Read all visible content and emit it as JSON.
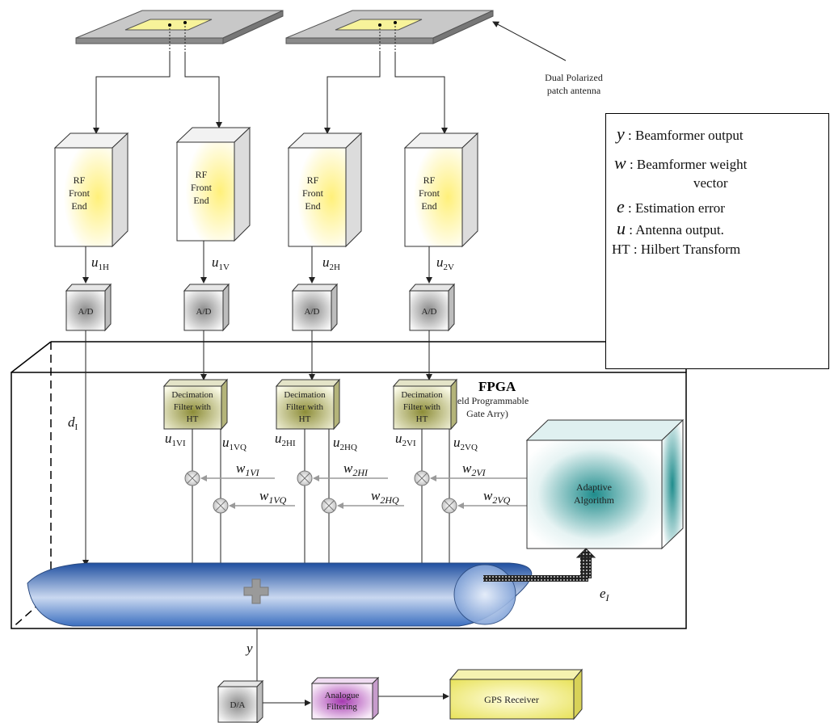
{
  "antenna": {
    "label_line1": "Dual Polarized",
    "label_line2": "patch antenna"
  },
  "rf_blocks": [
    {
      "line1": "RF",
      "line2": "Front",
      "line3": "End"
    },
    {
      "line1": "RF",
      "line2": "Front",
      "line3": "End"
    },
    {
      "line1": "RF",
      "line2": "Front",
      "line3": "End"
    },
    {
      "line1": "RF",
      "line2": "Front",
      "line3": "End"
    }
  ],
  "signals": {
    "u1H": {
      "base": "u",
      "sub": "1H"
    },
    "u1V": {
      "base": "u",
      "sub": "1V"
    },
    "u2H": {
      "base": "u",
      "sub": "2H"
    },
    "u2V": {
      "base": "u",
      "sub": "2V"
    },
    "dI": {
      "base": "d",
      "sub": "I"
    },
    "u1VI": {
      "base": "u",
      "sub": "1VI"
    },
    "u1VQ": {
      "base": "u",
      "sub": "1VQ"
    },
    "u2HI": {
      "base": "u",
      "sub": "2HI"
    },
    "u2HQ": {
      "base": "u",
      "sub": "2HQ"
    },
    "u2VI": {
      "base": "u",
      "sub": "2VI"
    },
    "u2VQ": {
      "base": "u",
      "sub": "2VQ"
    },
    "w1VI": {
      "base": "w",
      "sub": "1VI"
    },
    "w1VQ": {
      "base": "w",
      "sub": "1VQ"
    },
    "w2HI": {
      "base": "w",
      "sub": "2HI"
    },
    "w2HQ": {
      "base": "w",
      "sub": "2HQ"
    },
    "w2VI": {
      "base": "w",
      "sub": "2VI"
    },
    "w2VQ": {
      "base": "w",
      "sub": "2VQ"
    },
    "eI": {
      "base": "e",
      "sub": "I"
    },
    "y": "y"
  },
  "ad_label": "A/D",
  "da_label": "D/A",
  "decimation": {
    "line1": "Decimation",
    "line2": "Filter with",
    "line3": "HT"
  },
  "fpga": {
    "title": "FPGA",
    "line1": "(Field Programmable",
    "line2": "Gate Arry)"
  },
  "adaptive": {
    "line1": "Adaptive",
    "line2": "Algorithm"
  },
  "analogue": {
    "line1": "Analogue",
    "line2": "Filtering"
  },
  "gps_label": "GPS Receiver",
  "legend": {
    "items": [
      {
        "symbol": "y",
        "text": ": Beamformer output"
      },
      {
        "symbol": "w",
        "text": ": Beamformer weight"
      },
      {
        "symbol": "",
        "text": "vector"
      },
      {
        "symbol": "e",
        "text": ": Estimation error"
      },
      {
        "symbol": "u",
        "text": ": Antenna output."
      },
      {
        "symbol": "HT",
        "text": ": Hilbert Transform"
      }
    ]
  },
  "colors": {
    "rf_fill": "#fff6c4",
    "adaptive_fill": "#2a9a9a",
    "summer_fill": "#3d6fb8",
    "decimation_fill": "#c9c77a",
    "analogue_fill": "#b050b8",
    "gps_fill": "#f3f08a"
  }
}
